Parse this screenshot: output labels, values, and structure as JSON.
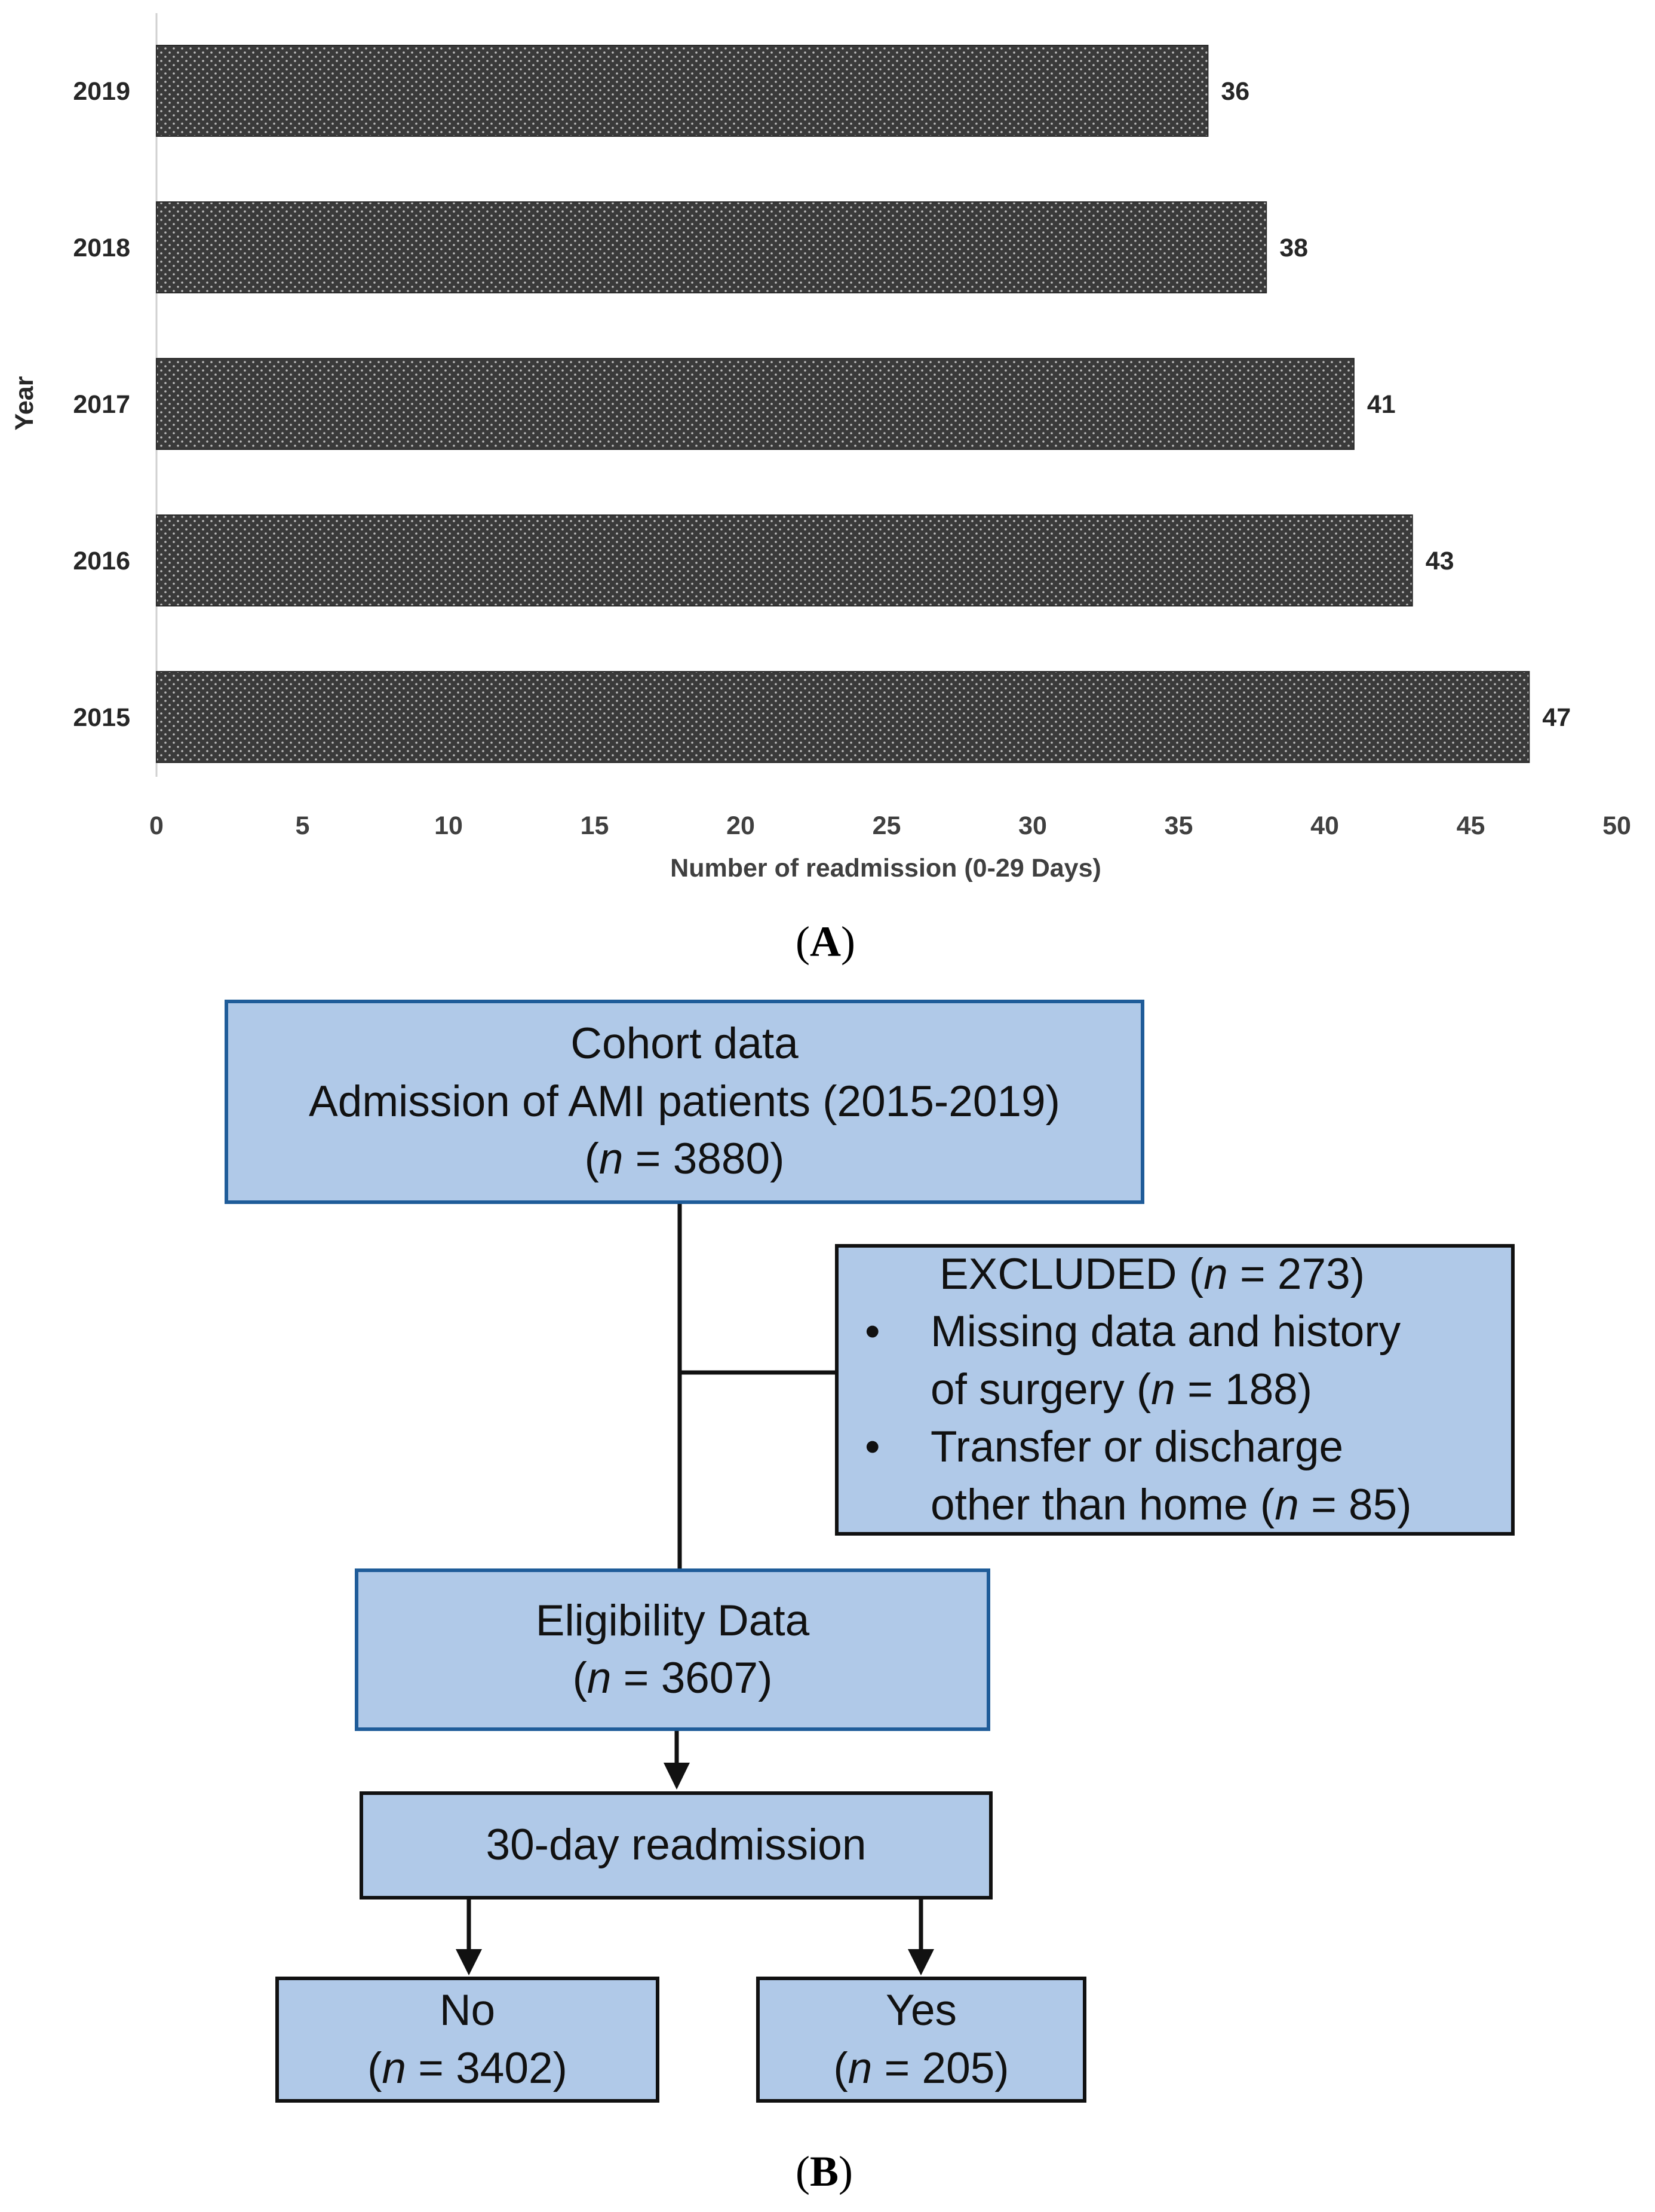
{
  "chart_data": {
    "type": "bar",
    "orientation": "horizontal",
    "categories": [
      "2019",
      "2018",
      "2017",
      "2016",
      "2015"
    ],
    "values": [
      36,
      38,
      41,
      43,
      47
    ],
    "xlabel": "Number of readmission (0-29 Days)",
    "ylabel": "Year",
    "xlim": [
      0,
      50
    ],
    "xticks": [
      0,
      5,
      10,
      15,
      20,
      25,
      30,
      35,
      40,
      45,
      50
    ],
    "grid": false,
    "legend": "none",
    "bar_color": "#3A3A3A",
    "bar_dot_color": "#BDBDBD"
  },
  "panel_a_label": "A",
  "panel_b_label": "B",
  "flowchart": {
    "cohort": {
      "line1": "Cohort data",
      "line2": "Admission of AMI patients  (2015-2019)",
      "n_prefix": "(",
      "n_var": "n",
      "n_rest": " = 3880)"
    },
    "excluded": {
      "title_prefix": "EXCLUDED  (",
      "title_var": "n",
      "title_rest": " = 273)",
      "bullet_symbol": "•",
      "item1_line1": "Missing data and history",
      "item1_line2_prefix": "of surgery (",
      "item1_line2_var": "n",
      "item1_line2_rest": " = 188)",
      "item2_line1": "Transfer or discharge",
      "item2_line2_prefix": "other than home  (",
      "item2_line2_var": "n",
      "item2_line2_rest": " = 85)"
    },
    "eligibility": {
      "line1": "Eligibility Data",
      "n_prefix": "(",
      "n_var": "n",
      "n_rest": " = 3607)"
    },
    "readmission": {
      "line1": "30-day readmission"
    },
    "no": {
      "line1": "No",
      "n_prefix": "(",
      "n_var": "n",
      "n_rest": " = 3402)"
    },
    "yes": {
      "line1": "Yes",
      "n_prefix": "(",
      "n_var": "n",
      "n_rest": " = 205)"
    },
    "box_fill": "#B0C9E8",
    "box_border_blue": "#1F5C99",
    "box_border_dark": "#111111"
  }
}
